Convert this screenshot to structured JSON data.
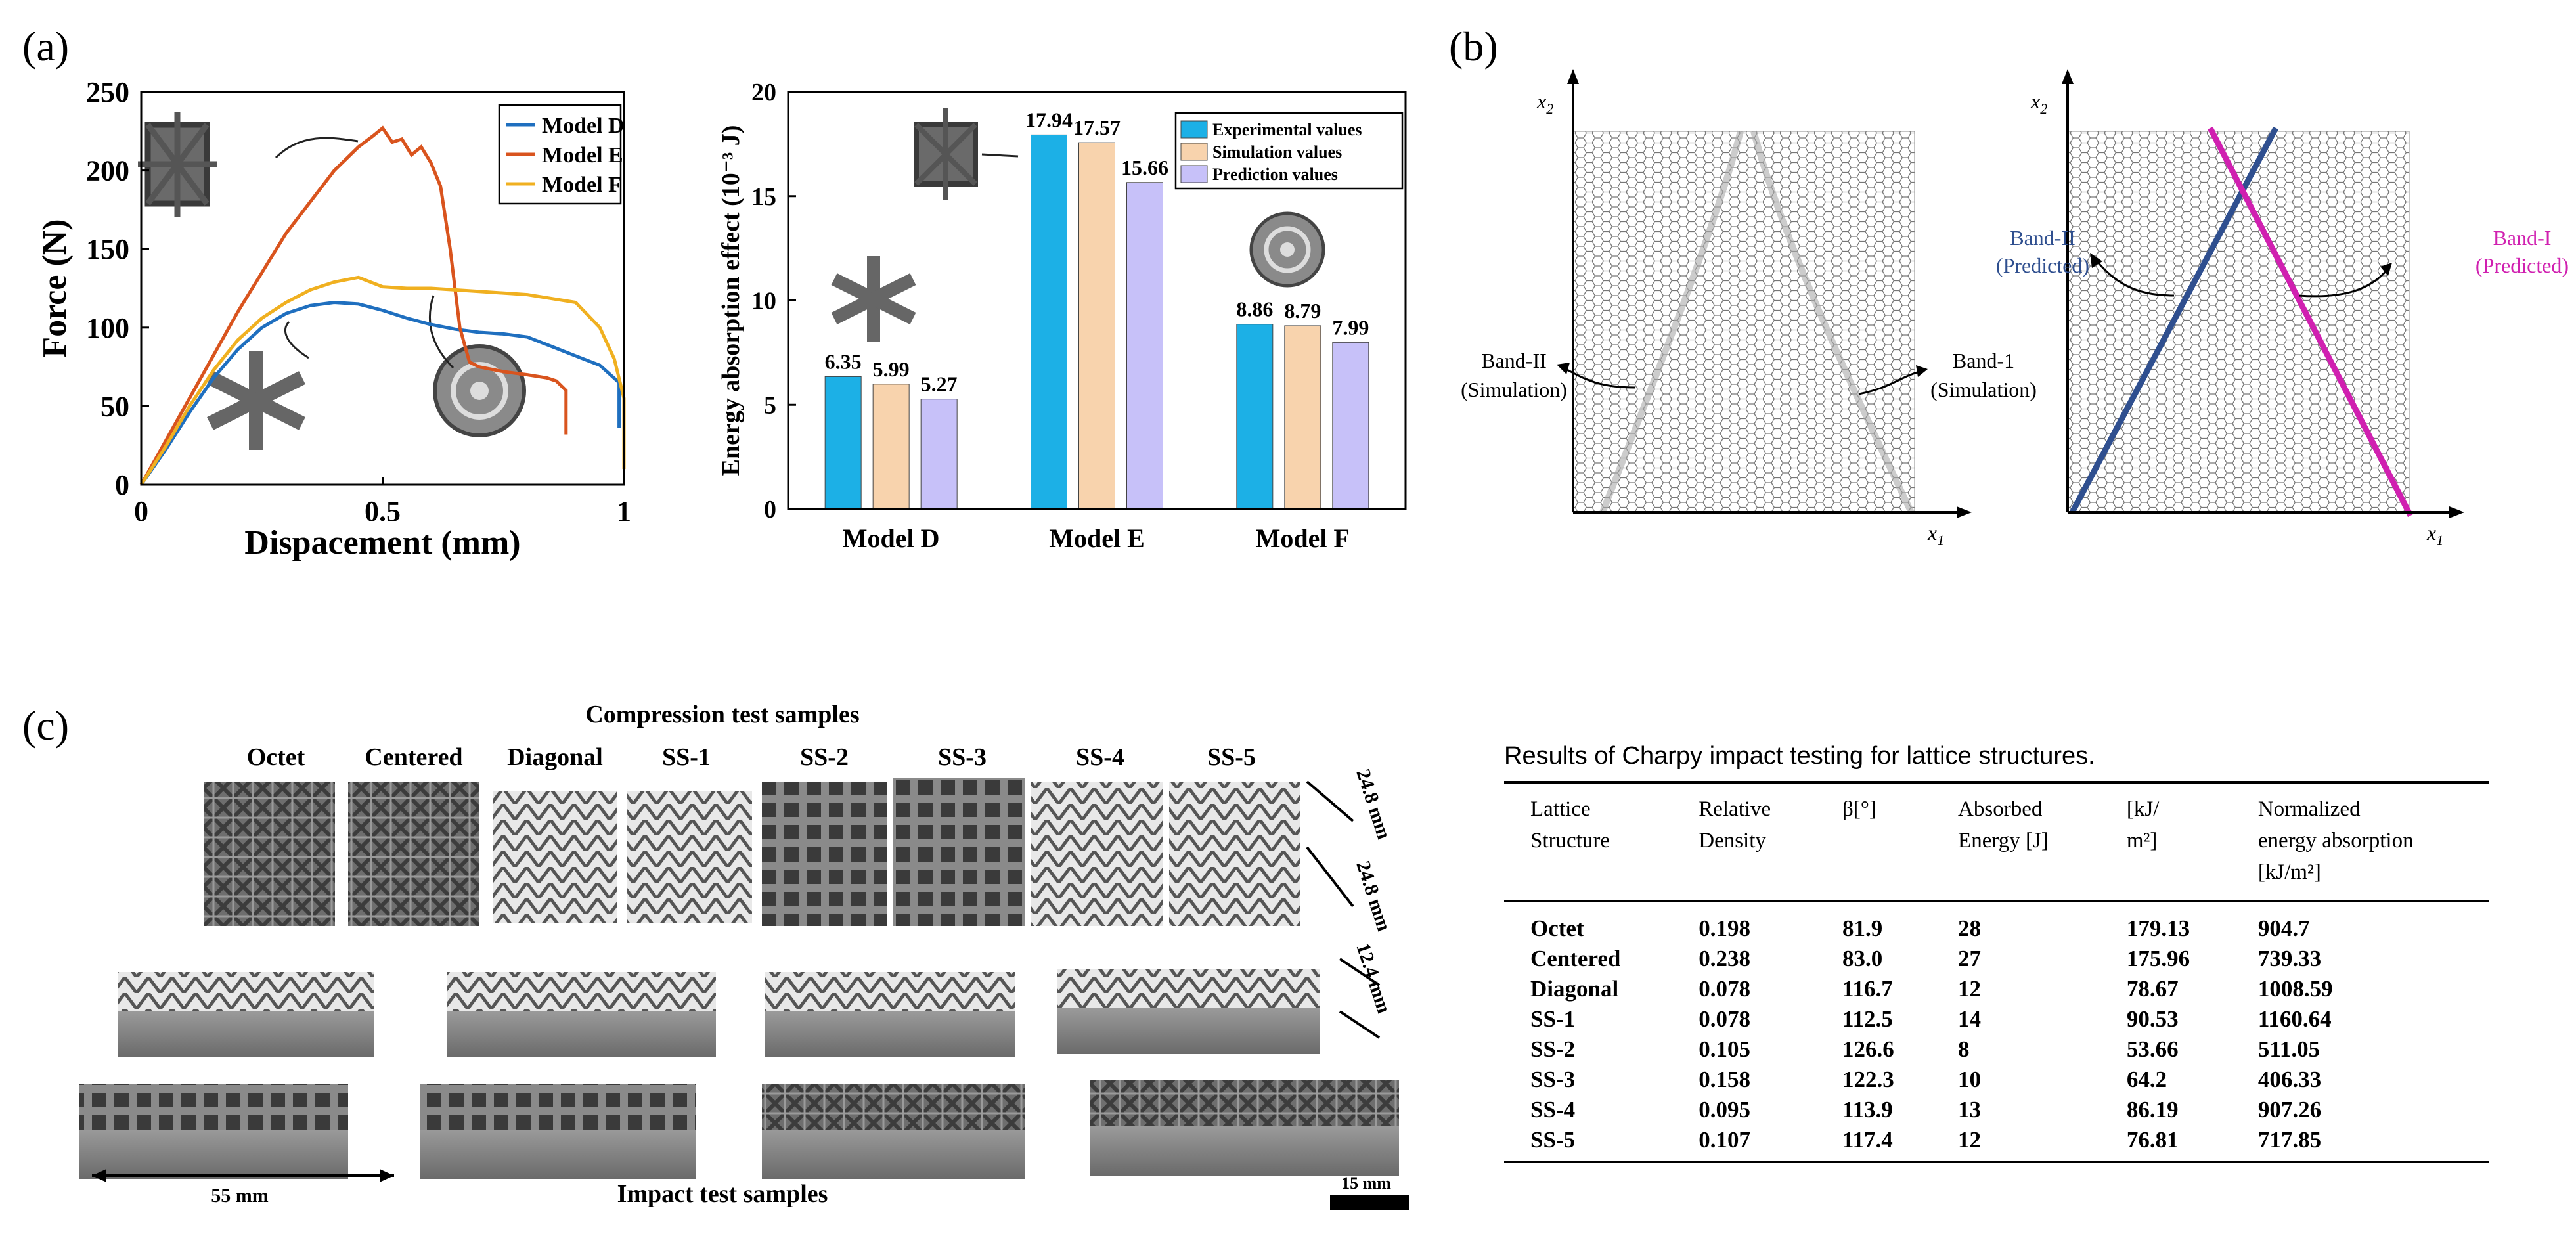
{
  "panels": {
    "a": "(a)",
    "b": "(b)",
    "c": "(c)"
  },
  "chart_data": [
    {
      "type": "line",
      "xlabel": "Dispacement (mm)",
      "ylabel": "Force (N)",
      "xlim": [
        0,
        1
      ],
      "ylim": [
        0,
        250
      ],
      "xticks": [
        "0",
        "0.5",
        "1"
      ],
      "yticks": [
        "0",
        "50",
        "100",
        "150",
        "200",
        "250"
      ],
      "legend_position": "top-right",
      "series": [
        {
          "name": "Model D",
          "color": "#1f6fbf",
          "x": [
            0,
            0.05,
            0.1,
            0.15,
            0.2,
            0.25,
            0.3,
            0.35,
            0.4,
            0.45,
            0.5,
            0.55,
            0.6,
            0.65,
            0.7,
            0.75,
            0.8,
            0.85,
            0.9,
            0.95,
            0.99,
            0.99
          ],
          "y": [
            0,
            22,
            46,
            68,
            86,
            100,
            109,
            114,
            116,
            115,
            111,
            106,
            102,
            99,
            97,
            96,
            94,
            88,
            82,
            76,
            65,
            36
          ]
        },
        {
          "name": "Model E",
          "color": "#d9541e",
          "x": [
            0,
            0.1,
            0.2,
            0.3,
            0.4,
            0.45,
            0.48,
            0.5,
            0.52,
            0.54,
            0.56,
            0.58,
            0.6,
            0.62,
            0.64,
            0.66,
            0.68,
            0.7,
            0.75,
            0.8,
            0.84,
            0.86,
            0.88,
            0.88
          ],
          "y": [
            0,
            55,
            110,
            160,
            200,
            215,
            222,
            227,
            218,
            220,
            210,
            215,
            205,
            190,
            150,
            100,
            78,
            75,
            72,
            70,
            68,
            66,
            60,
            32
          ]
        },
        {
          "name": "Model F",
          "color": "#f0b020",
          "x": [
            0,
            0.05,
            0.1,
            0.15,
            0.2,
            0.25,
            0.3,
            0.35,
            0.4,
            0.45,
            0.5,
            0.55,
            0.6,
            0.7,
            0.8,
            0.9,
            0.95,
            0.98,
            1.0,
            1.0
          ],
          "y": [
            0,
            24,
            50,
            73,
            92,
            106,
            116,
            124,
            129,
            132,
            126,
            125,
            125,
            123,
            121,
            116,
            100,
            80,
            55,
            10
          ]
        }
      ]
    },
    {
      "type": "bar",
      "ylabel": "Energy absorption effect (10⁻³ J)",
      "ylim": [
        0,
        20
      ],
      "yticks": [
        "0",
        "5",
        "10",
        "15",
        "20"
      ],
      "categories": [
        "Model D",
        "Model E",
        "Model F"
      ],
      "legend_position": "top-right",
      "series": [
        {
          "name": "Experimental values",
          "color": "#1cb0e6",
          "values": [
            6.35,
            17.94,
            8.86
          ],
          "labels": [
            "6.35",
            "17.94",
            "8.86"
          ]
        },
        {
          "name": "Simulation values",
          "color": "#f8d3ad",
          "values": [
            5.99,
            17.57,
            8.79
          ],
          "labels": [
            "5.99",
            "17.57",
            "8.79"
          ]
        },
        {
          "name": "Prediction values",
          "color": "#c7c1f9",
          "values": [
            5.27,
            15.66,
            7.99
          ],
          "labels": [
            "5.27",
            "15.66",
            "7.99"
          ]
        }
      ]
    }
  ],
  "panel_b": {
    "left": {
      "axis_x": "x",
      "axis_x_sub": "1",
      "axis_y": "x",
      "axis_y_sub": "2",
      "band_left_1": "Band-II",
      "band_left_2": "(Simulation)",
      "band_right_1": "Band-1",
      "band_right_2": "(Simulation)"
    },
    "right": {
      "axis_x": "x",
      "axis_x_sub": "1",
      "axis_y": "x",
      "axis_y_sub": "2",
      "band_left_1": "Band-II",
      "band_left_2": "(Predicted)",
      "band_right_1": "Band-I",
      "band_right_2": "(Predicted)",
      "band_left_color": "#2f4f8f",
      "band_right_color": "#d020b0"
    }
  },
  "panel_c": {
    "photo_title": "Compression test samples",
    "photo_bottom": "Impact test samples",
    "sample_labels": [
      "Octet",
      "Centered",
      "Diagonal",
      "SS-1",
      "SS-2",
      "SS-3",
      "SS-4",
      "SS-5"
    ],
    "dim_1": "24.8 mm",
    "dim_2": "24.8 mm",
    "dim_3": "12.4 mm",
    "dim_length": "55 mm",
    "scale_bar": "15 mm"
  },
  "table": {
    "caption": "Results of Charpy impact testing for lattice structures.",
    "headers": [
      [
        "Lattice",
        "Structure"
      ],
      [
        "Relative",
        "Density"
      ],
      [
        "β[°]"
      ],
      [
        "Absorbed",
        "Energy [J]"
      ],
      [
        "[kJ/",
        "m²]"
      ],
      [
        "Normalized",
        "energy absorption",
        "[kJ/m²]"
      ]
    ],
    "rows": [
      [
        "Octet",
        "0.198",
        "81.9",
        "28",
        "179.13",
        "904.7"
      ],
      [
        "Centered",
        "0.238",
        "83.0",
        "27",
        "175.96",
        "739.33"
      ],
      [
        "Diagonal",
        "0.078",
        "116.7",
        "12",
        "78.67",
        "1008.59"
      ],
      [
        "SS-1",
        "0.078",
        "112.5",
        "14",
        "90.53",
        "1160.64"
      ],
      [
        "SS-2",
        "0.105",
        "126.6",
        "8",
        "53.66",
        "511.05"
      ],
      [
        "SS-3",
        "0.158",
        "122.3",
        "10",
        "64.2",
        "406.33"
      ],
      [
        "SS-4",
        "0.095",
        "113.9",
        "13",
        "86.19",
        "907.26"
      ],
      [
        "SS-5",
        "0.107",
        "117.4",
        "12",
        "76.81",
        "717.85"
      ]
    ]
  }
}
